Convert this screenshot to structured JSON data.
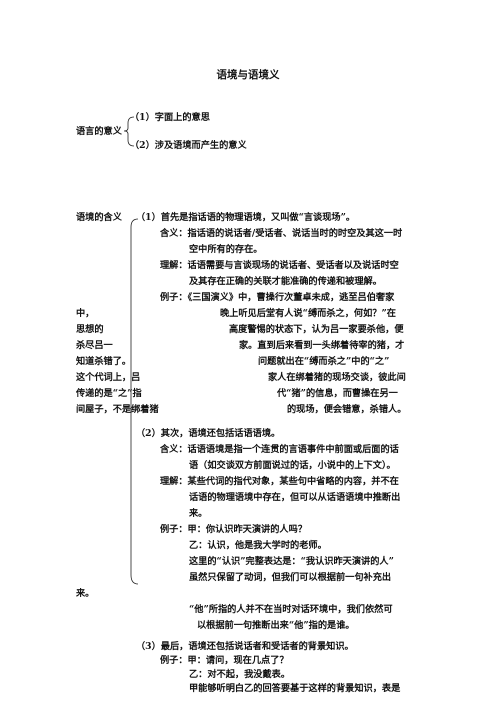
{
  "title": "语境与语境义",
  "section1": {
    "label": "语言的意义",
    "items": [
      "（1）字面上的意思",
      "（2）涉及语境而产生的意义"
    ]
  },
  "section2": {
    "label": "语境的含义",
    "p1": {
      "head": "（1）首先是指话语的物理语境，又叫做“言谈现场”。",
      "def1": "含义：指话语的说话者/受话者、说话当时的时空及其这一时",
      "def2": "空中所有的存在。",
      "und1": "理解：话语需要与言谈现场的说话者、受话者以及说话时空",
      "und2": "及其存在正确的关联才能准确的传递和被理解。",
      "ex1": "例子：《三国演义》中，曹操行次董卓未成，逃至吕伯奢家",
      "ex2": "晚上听见后堂有人说“缚而杀之，何如？”在",
      "ex3": "高度警惕的状态下，认为吕一家要杀他，便",
      "ex4": "家。直到后来看到一头绑着待宰的猪，才",
      "ex5": "问题就出在“缚而杀之”中的“之”",
      "ex6": "家人在绑着猪的现场交谈，彼此间",
      "ex7": "代“猪”的信息，而曹操在另一",
      "ex8": "的现场，便会错意，杀错人。",
      "left1": "中，",
      "left2": "思想的",
      "left3": "杀尽吕一",
      "left4": "知道杀错了。",
      "left5": "这个代词上，吕",
      "left6": "传递的是“之”指",
      "left7": "间屋子，不是绑着猪"
    },
    "p2": {
      "head": "（2）其次，语境还包括话语语境。",
      "def1": "含义：话语语境是指一个连贯的言语事件中前面或后面的话",
      "def2": "语（如交谈双方前面说过的话，小说中的上下文）。",
      "und1": "理解：某些代词的指代对象，某些句中省略的内容，并不在",
      "und2": "话语的物理语境中存在，但可以从话语语境中推断出",
      "und3": "来。",
      "ex1": "例子：甲：你认识昨天演讲的人吗？",
      "ex2": "乙：认识，他是我大学时的老师。",
      "ex3": "这里的“认识”完整表达是：“我认识昨天演讲的人”",
      "ex4": "虽然只保留了动词，但我们可以根据前一句补充出",
      "left": "来。",
      "ex5": "“他”所指的人并不在当时对话环境中，我们依然可",
      "ex6": "以根据前一句推断出来“他”指的是谁。"
    },
    "p3": {
      "head": "（3）最后，语境还包括说话者和受话者的背景知识。",
      "ex1": "例子：甲：请问，现在几点了？",
      "ex2": "乙：对不起，我没戴表。",
      "ex3": "甲能够听明白乙的回答要基于这样的背景知识，表是"
    }
  }
}
